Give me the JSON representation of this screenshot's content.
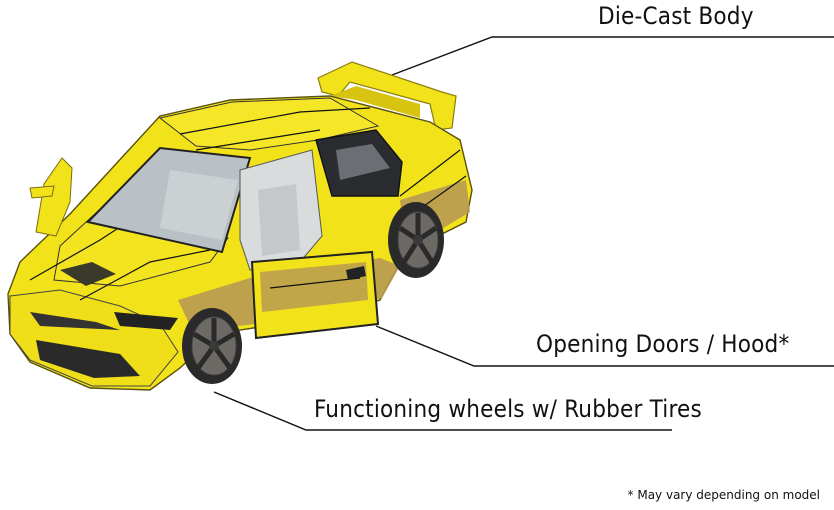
{
  "callouts": {
    "body": "Die-Cast Body",
    "doors": "Opening Doors / Hood*",
    "wheels": "Functioning wheels w/ Rubber Tires"
  },
  "footnote": "* May vary depending on model",
  "colors": {
    "car_yellow": "#f2e21a",
    "car_yellow_shade": "#d8c410",
    "stripe_tan": "#b89a52",
    "window": "#b9c0c6",
    "interior": "#d9dcdc",
    "tire": "#2a2a2a",
    "rim": "#6d6a66",
    "line": "#111111"
  }
}
